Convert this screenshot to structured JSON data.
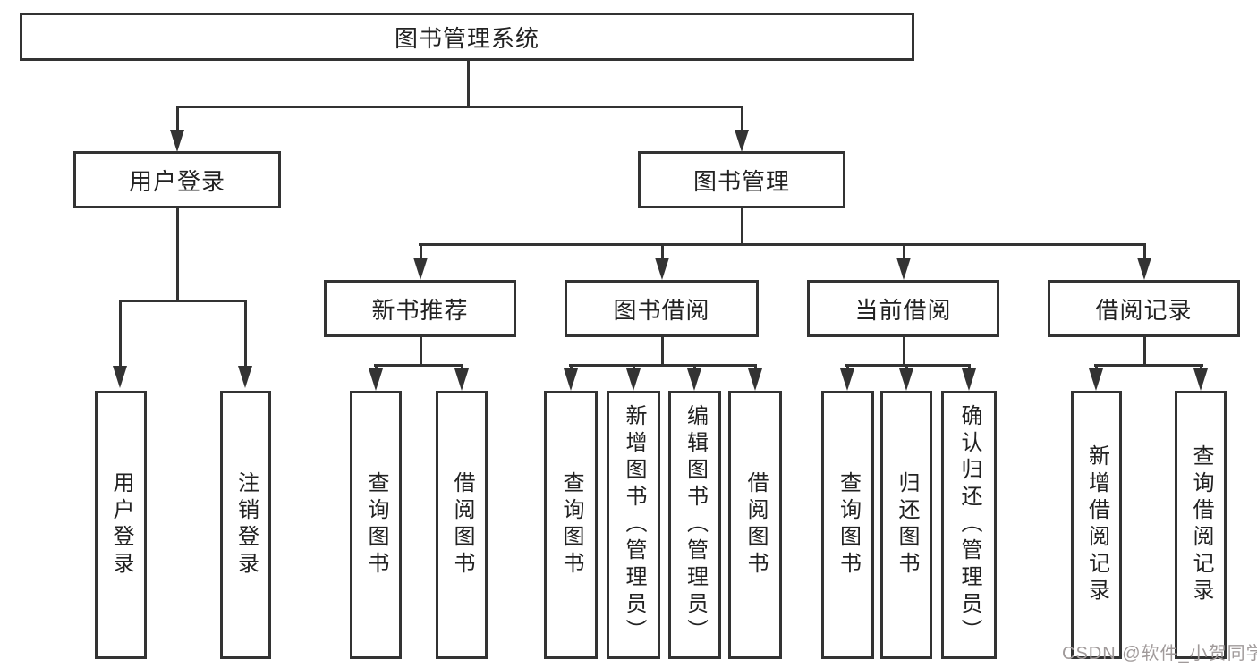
{
  "tree": {
    "label": "图书管理系统",
    "children": [
      {
        "label": "用户登录",
        "children": [
          {
            "label": "用户登录"
          },
          {
            "label": "注销登录"
          }
        ]
      },
      {
        "label": "图书管理",
        "children": [
          {
            "label": "新书推荐",
            "children": [
              {
                "label": "查询图书"
              },
              {
                "label": "借阅图书"
              }
            ]
          },
          {
            "label": "图书借阅",
            "children": [
              {
                "label": "查询图书"
              },
              {
                "label": "新增图书（管理员）"
              },
              {
                "label": "编辑图书（管理员）"
              },
              {
                "label": "借阅图书"
              }
            ]
          },
          {
            "label": "当前借阅",
            "children": [
              {
                "label": "查询图书"
              },
              {
                "label": "归还图书"
              },
              {
                "label": "确认归还（管理员）"
              }
            ]
          },
          {
            "label": "借阅记录",
            "children": [
              {
                "label": "新增借阅记录"
              },
              {
                "label": "查询借阅记录"
              }
            ]
          }
        ]
      }
    ]
  },
  "watermark": {
    "text": "CSDN @软件_小贺同学"
  },
  "colors": {
    "line": "#333333",
    "text": "#222222",
    "watermark": "#a09a9a",
    "background": "#ffffff"
  }
}
